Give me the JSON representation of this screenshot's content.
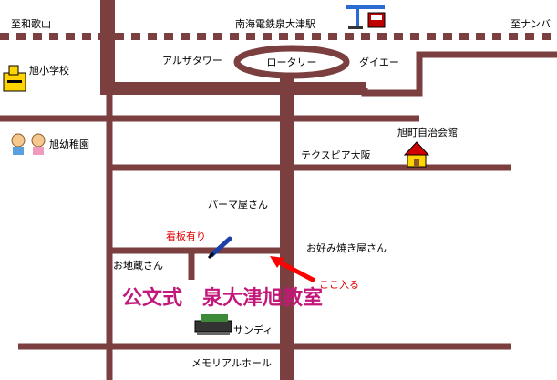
{
  "map": {
    "railway": {
      "station": "南海電鉄泉大津駅",
      "to_left": "至和歌山",
      "to_right": "至ナンバ"
    },
    "rotary": "ロータリー",
    "places": {
      "alza_tower": "アルザタワー",
      "daiei": "ダイエー",
      "asahi_elementary": "旭小学校",
      "asahi_kindergarten": "旭幼稚園",
      "asahimachi_hall": "旭町自治会館",
      "techspia": "テクスピア大阪",
      "perm_shop": "パーマ屋さん",
      "okonomiyaki": "お好み焼き屋さん",
      "signboard": "看板有り",
      "jizo": "お地蔵さん",
      "enter_here": "ここ入る",
      "classroom": "公文式　泉大津旭教室",
      "sandy": "サンディ",
      "memorial_hall": "メモリアルホール"
    },
    "colors": {
      "road": "#7b3f3f",
      "railway": "#7b3f3f",
      "arrow": "#ff0000",
      "classroom_text": "#c2187a",
      "signboard_text": "#e00000"
    }
  }
}
